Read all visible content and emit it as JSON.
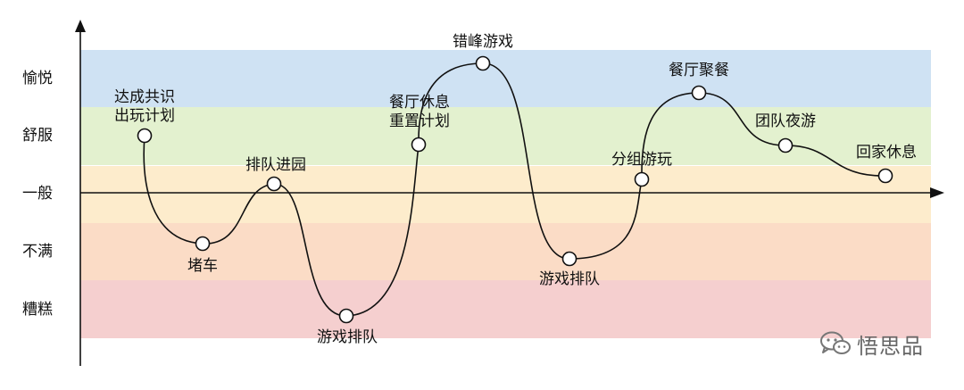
{
  "mood_levels": [
    "愉悦",
    "舒服",
    "一般",
    "不满",
    "糟糕"
  ],
  "band_colors": [
    "#cfe2f3",
    "#e3f1cf",
    "#fdeccc",
    "#fbdcc6",
    "#f5cfcf"
  ],
  "stages": [
    {
      "label": "达成共识\n出玩计划",
      "label_pos": "above"
    },
    {
      "label": "堵车",
      "label_pos": "below"
    },
    {
      "label": "排队进园",
      "label_pos": "above"
    },
    {
      "label": "游戏排队",
      "label_pos": "below"
    },
    {
      "label": "餐厅休息\n重置计划",
      "label_pos": "above"
    },
    {
      "label": "错峰游戏",
      "label_pos": "above"
    },
    {
      "label": "游戏排队",
      "label_pos": "below"
    },
    {
      "label": "分组游玩",
      "label_pos": "above"
    },
    {
      "label": "餐厅聚餐",
      "label_pos": "above"
    },
    {
      "label": "团队夜游",
      "label_pos": "above"
    },
    {
      "label": "回家休息",
      "label_pos": "above"
    }
  ],
  "watermark": {
    "text": "悟思品",
    "icon": "wechat-icon"
  }
}
